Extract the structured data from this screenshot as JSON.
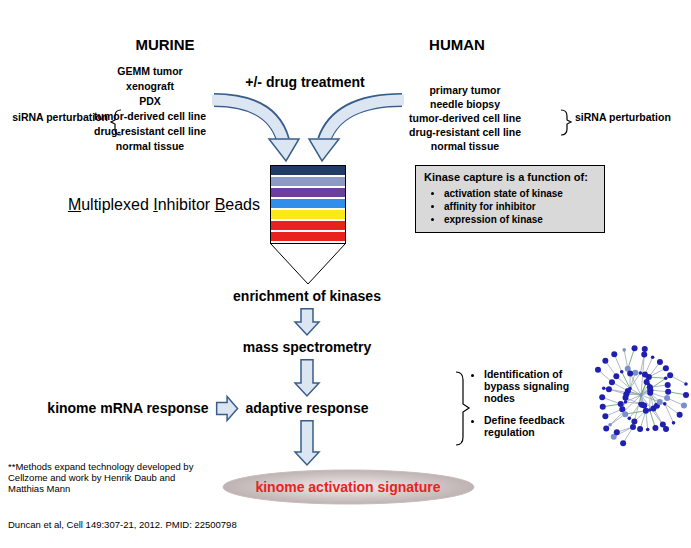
{
  "diagram": {
    "nodes": [
      {
        "text": [
          "Multiplexed Inhibitor Beads"
        ]
      },
      {
        "text": [
          "Kinase capture is a function of:",
          "activation state of kinase",
          "affinity for inhibitor",
          "expression of kinase"
        ]
      },
      {
        "text": [
          "enrichment of kinases"
        ]
      },
      {
        "text": [
          "mass spectrometry"
        ]
      },
      {
        "text": [
          "kinome mRNA response"
        ]
      },
      {
        "text": [
          "adaptive response"
        ]
      },
      {
        "text": [
          "kinome activation signature"
        ]
      }
    ],
    "edges": [
      {
        "from": 2,
        "to": 3,
        "arrow": "to"
      },
      {
        "from": 3,
        "to": 5,
        "arrow": "to"
      },
      {
        "from": 4,
        "to": 5,
        "arrow": "to"
      },
      {
        "from": 5,
        "to": 6,
        "arrow": "to"
      }
    ],
    "labels": [
      "MURINE",
      "HUMAN",
      "+/- drug treatment",
      "GEMM tumor",
      "xenograft",
      "PDX",
      "tumor-derived cell line",
      "drug-resistant cell line",
      "normal tissue",
      "siRNA perturbation",
      "primary tumor",
      "needle biopsy",
      "tumor-derived cell line",
      "drug-resistant cell line",
      "normal tissue",
      "siRNA perturbation",
      "Identification of bypass signaling nodes",
      "Define feedback regulation",
      "**Methods expand technology developed by Cellzome and work by Henrik Daub and Matthias Mann",
      "Duncan et al, Cell 149:307-21, 2012. PMID: 22500798"
    ]
  }
}
